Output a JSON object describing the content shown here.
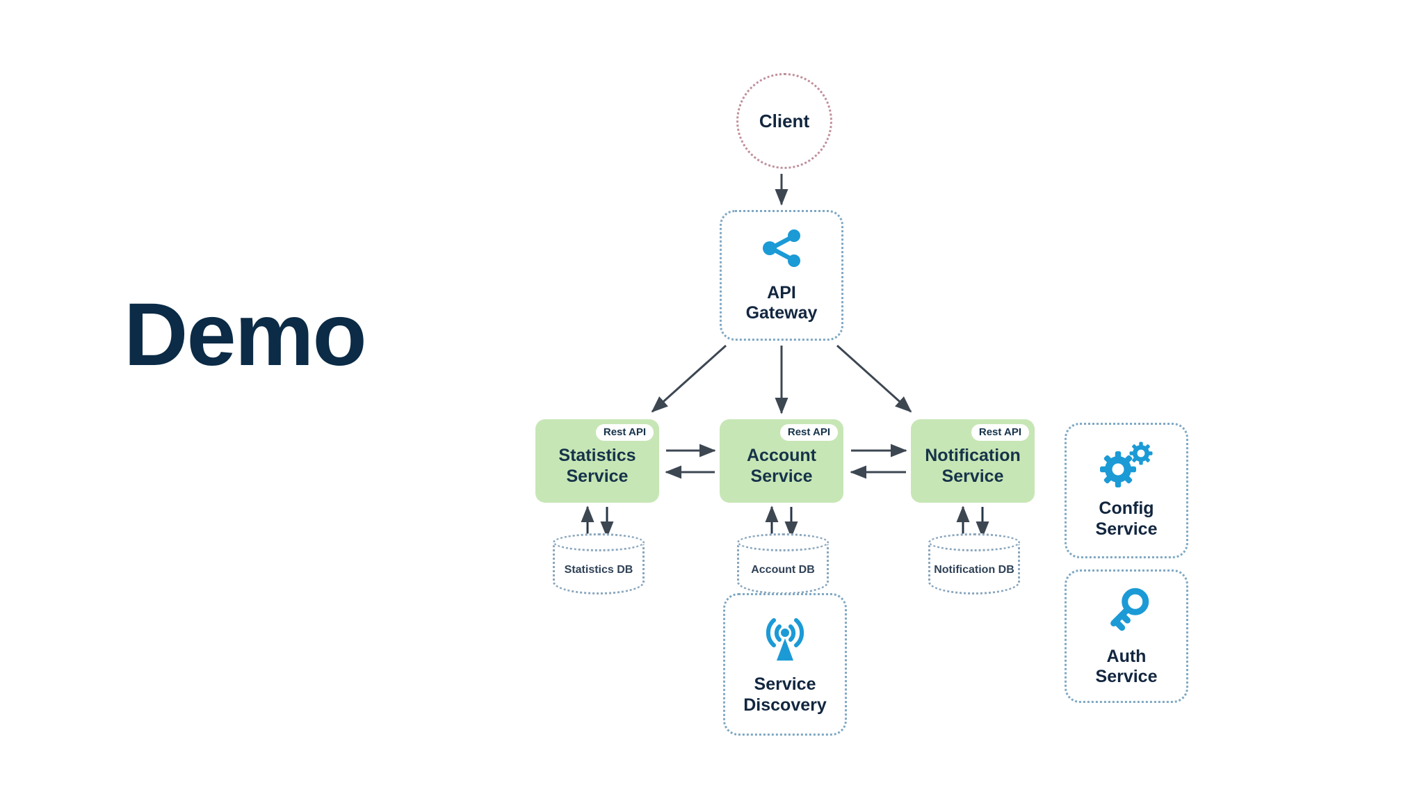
{
  "slide": {
    "title": "Demo",
    "title_color": "#0b2b46",
    "background": "#ffffff"
  },
  "theme": {
    "accent_blue": "#1b9ad6",
    "service_green": "#c7e6b5",
    "dark_navy": "#12263f",
    "dotted_blue": "#7fa8c4",
    "dotted_mauve": "#c08f9a",
    "arrow_gray": "#3d4752",
    "badge_white": "#ffffff"
  },
  "diagram": {
    "type": "microservice-architecture",
    "client": {
      "label": "Client",
      "shape": "circle",
      "border_style": "dotted",
      "border_color": "#c08f9a"
    },
    "gateway": {
      "label": "API\nGateway",
      "label_line1": "API",
      "label_line2": "Gateway",
      "icon": "share-network-icon",
      "shape": "rounded-rect",
      "border_style": "dotted"
    },
    "services": [
      {
        "id": "statistics",
        "label_line1": "Statistics",
        "label_line2": "Service",
        "badge": "Rest API",
        "fill": "#c7e6b5",
        "database": "Statistics DB"
      },
      {
        "id": "account",
        "label_line1": "Account",
        "label_line2": "Service",
        "badge": "Rest API",
        "fill": "#c7e6b5",
        "database": "Account DB"
      },
      {
        "id": "notification",
        "label_line1": "Notification",
        "label_line2": "Service",
        "badge": "Rest API",
        "fill": "#c7e6b5",
        "database": "Notification DB"
      }
    ],
    "support_services": [
      {
        "id": "service-discovery",
        "label_line1": "Service",
        "label_line2": "Discovery",
        "icon": "broadcast-tower-icon"
      },
      {
        "id": "config-service",
        "label_line1": "Config",
        "label_line2": "Service",
        "icon": "gears-icon"
      },
      {
        "id": "auth-service",
        "label_line1": "Auth",
        "label_line2": "Service",
        "icon": "key-icon"
      }
    ],
    "edges": [
      {
        "from": "client",
        "to": "api-gateway",
        "style": "solid",
        "direction": "one-way"
      },
      {
        "from": "api-gateway",
        "to": "statistics-service",
        "style": "solid",
        "direction": "one-way"
      },
      {
        "from": "api-gateway",
        "to": "account-service",
        "style": "solid",
        "direction": "one-way"
      },
      {
        "from": "api-gateway",
        "to": "notification-service",
        "style": "solid",
        "direction": "one-way"
      },
      {
        "from": "statistics-service",
        "to": "account-service",
        "style": "solid",
        "direction": "two-way"
      },
      {
        "from": "account-service",
        "to": "notification-service",
        "style": "solid",
        "direction": "two-way"
      },
      {
        "from": "statistics-service",
        "to": "statistics-db",
        "style": "solid",
        "direction": "two-way"
      },
      {
        "from": "account-service",
        "to": "account-db",
        "style": "solid",
        "direction": "two-way"
      },
      {
        "from": "notification-service",
        "to": "notification-db",
        "style": "solid",
        "direction": "two-way"
      }
    ]
  }
}
